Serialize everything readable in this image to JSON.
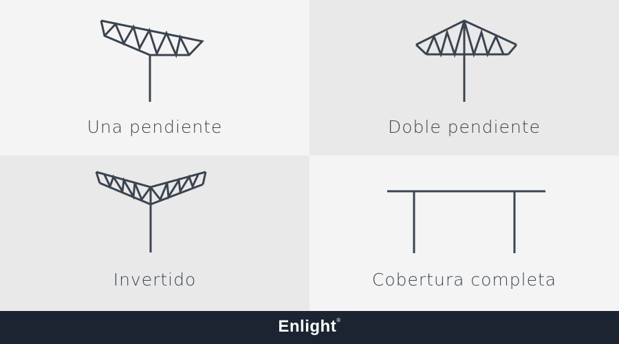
{
  "panels": [
    {
      "label": "Una pendiente",
      "icon": "single-slope-truss-icon"
    },
    {
      "label": "Doble pendiente",
      "icon": "gable-truss-icon"
    },
    {
      "label": "Invertido",
      "icon": "inverted-truss-icon"
    },
    {
      "label": "Cobertura completa",
      "icon": "full-cover-icon"
    }
  ],
  "footer": {
    "brand": "Enlight",
    "mark": "®"
  },
  "colors": {
    "line": "#3a4450",
    "footer_bg": "#1b2430",
    "panel_light": "#f4f4f4",
    "panel_dark": "#e9e9e9"
  }
}
